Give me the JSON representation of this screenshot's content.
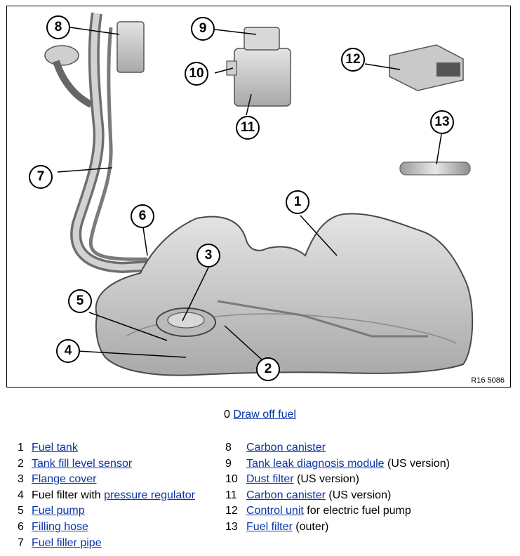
{
  "figure": {
    "reference": "R16 5086",
    "callouts": [
      "1",
      "2",
      "3",
      "4",
      "5",
      "6",
      "7",
      "8",
      "9",
      "10",
      "11",
      "12",
      "13"
    ]
  },
  "heading": {
    "number": "0",
    "link": "Draw off fuel"
  },
  "legend": [
    {
      "num": "1",
      "link": "Fuel tank",
      "pre": "",
      "post": ""
    },
    {
      "num": "2",
      "link": "Tank fill level sensor",
      "pre": "",
      "post": ""
    },
    {
      "num": "3",
      "link": "Flange cover",
      "pre": "",
      "post": ""
    },
    {
      "num": "4",
      "link": "pressure regulator",
      "pre": "Fuel filter with ",
      "post": ""
    },
    {
      "num": "5",
      "link": "Fuel pump",
      "pre": "",
      "post": ""
    },
    {
      "num": "6",
      "link": "Filling hose",
      "pre": "",
      "post": ""
    },
    {
      "num": "7",
      "link": "Fuel filler pipe",
      "pre": "",
      "post": ""
    },
    {
      "num": "8",
      "link": "Carbon canister",
      "pre": "",
      "post": ""
    },
    {
      "num": "9",
      "link": "Tank leak diagnosis module",
      "pre": "",
      "post": " (US version)"
    },
    {
      "num": "10",
      "link": "Dust filter",
      "pre": "",
      "post": " (US version)"
    },
    {
      "num": "11",
      "link": "Carbon canister",
      "pre": "",
      "post": " (US version)"
    },
    {
      "num": "12",
      "link": "Control unit",
      "pre": "",
      "post": " for electric fuel pump"
    },
    {
      "num": "13",
      "link": "Fuel filter",
      "pre": "",
      "post": " (outer)"
    }
  ]
}
